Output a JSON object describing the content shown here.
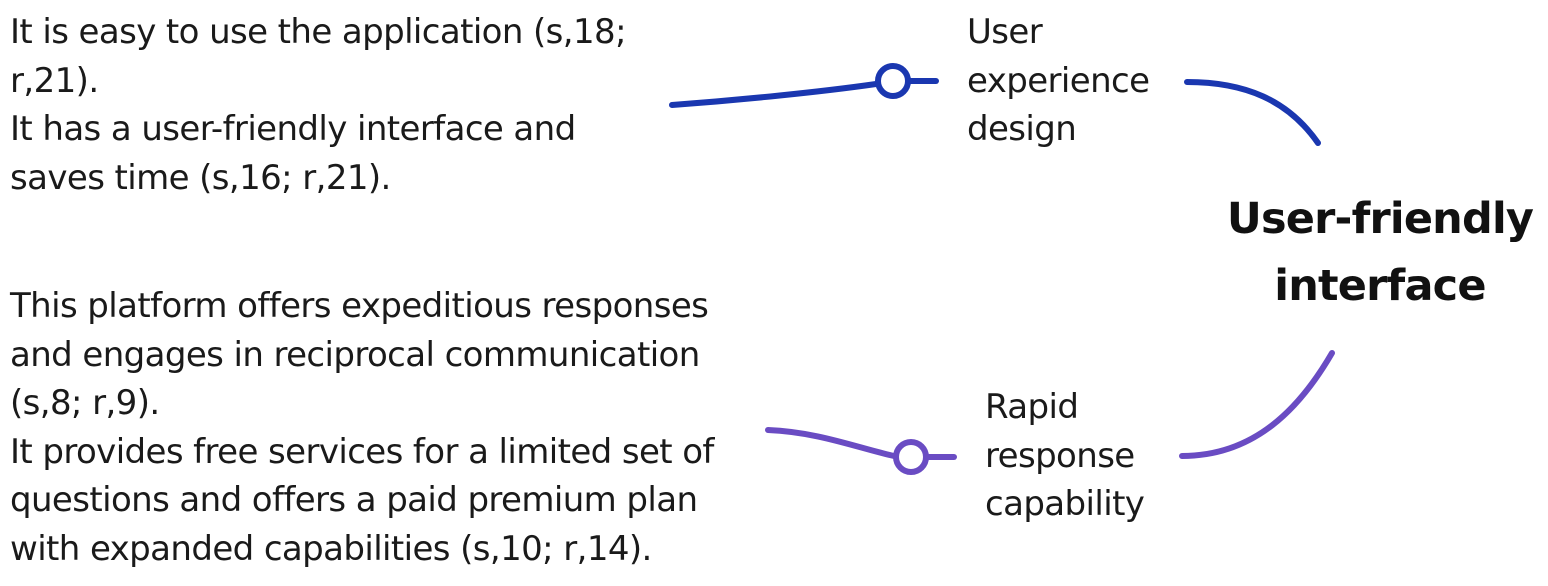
{
  "diagram": {
    "theme": {
      "label": "User-friendly\ninterface"
    },
    "branches": [
      {
        "subtheme": "User\nexperience\ndesign",
        "quote": "It is easy to use the application (s,18;\nr,21).\nIt has a user-friendly interface and\nsaves time (s,16; r,21).",
        "color": "#1a37b0"
      },
      {
        "subtheme": "Rapid\nresponse\ncapability",
        "quote": "This platform offers expeditious responses\nand engages in reciprocal communication\n(s,8; r,9).\nIt provides free services for a limited set of\nquestions and offers a paid premium plan\nwith expanded capabilities (s,10; r,14).",
        "color": "#6a4cc3"
      }
    ]
  }
}
